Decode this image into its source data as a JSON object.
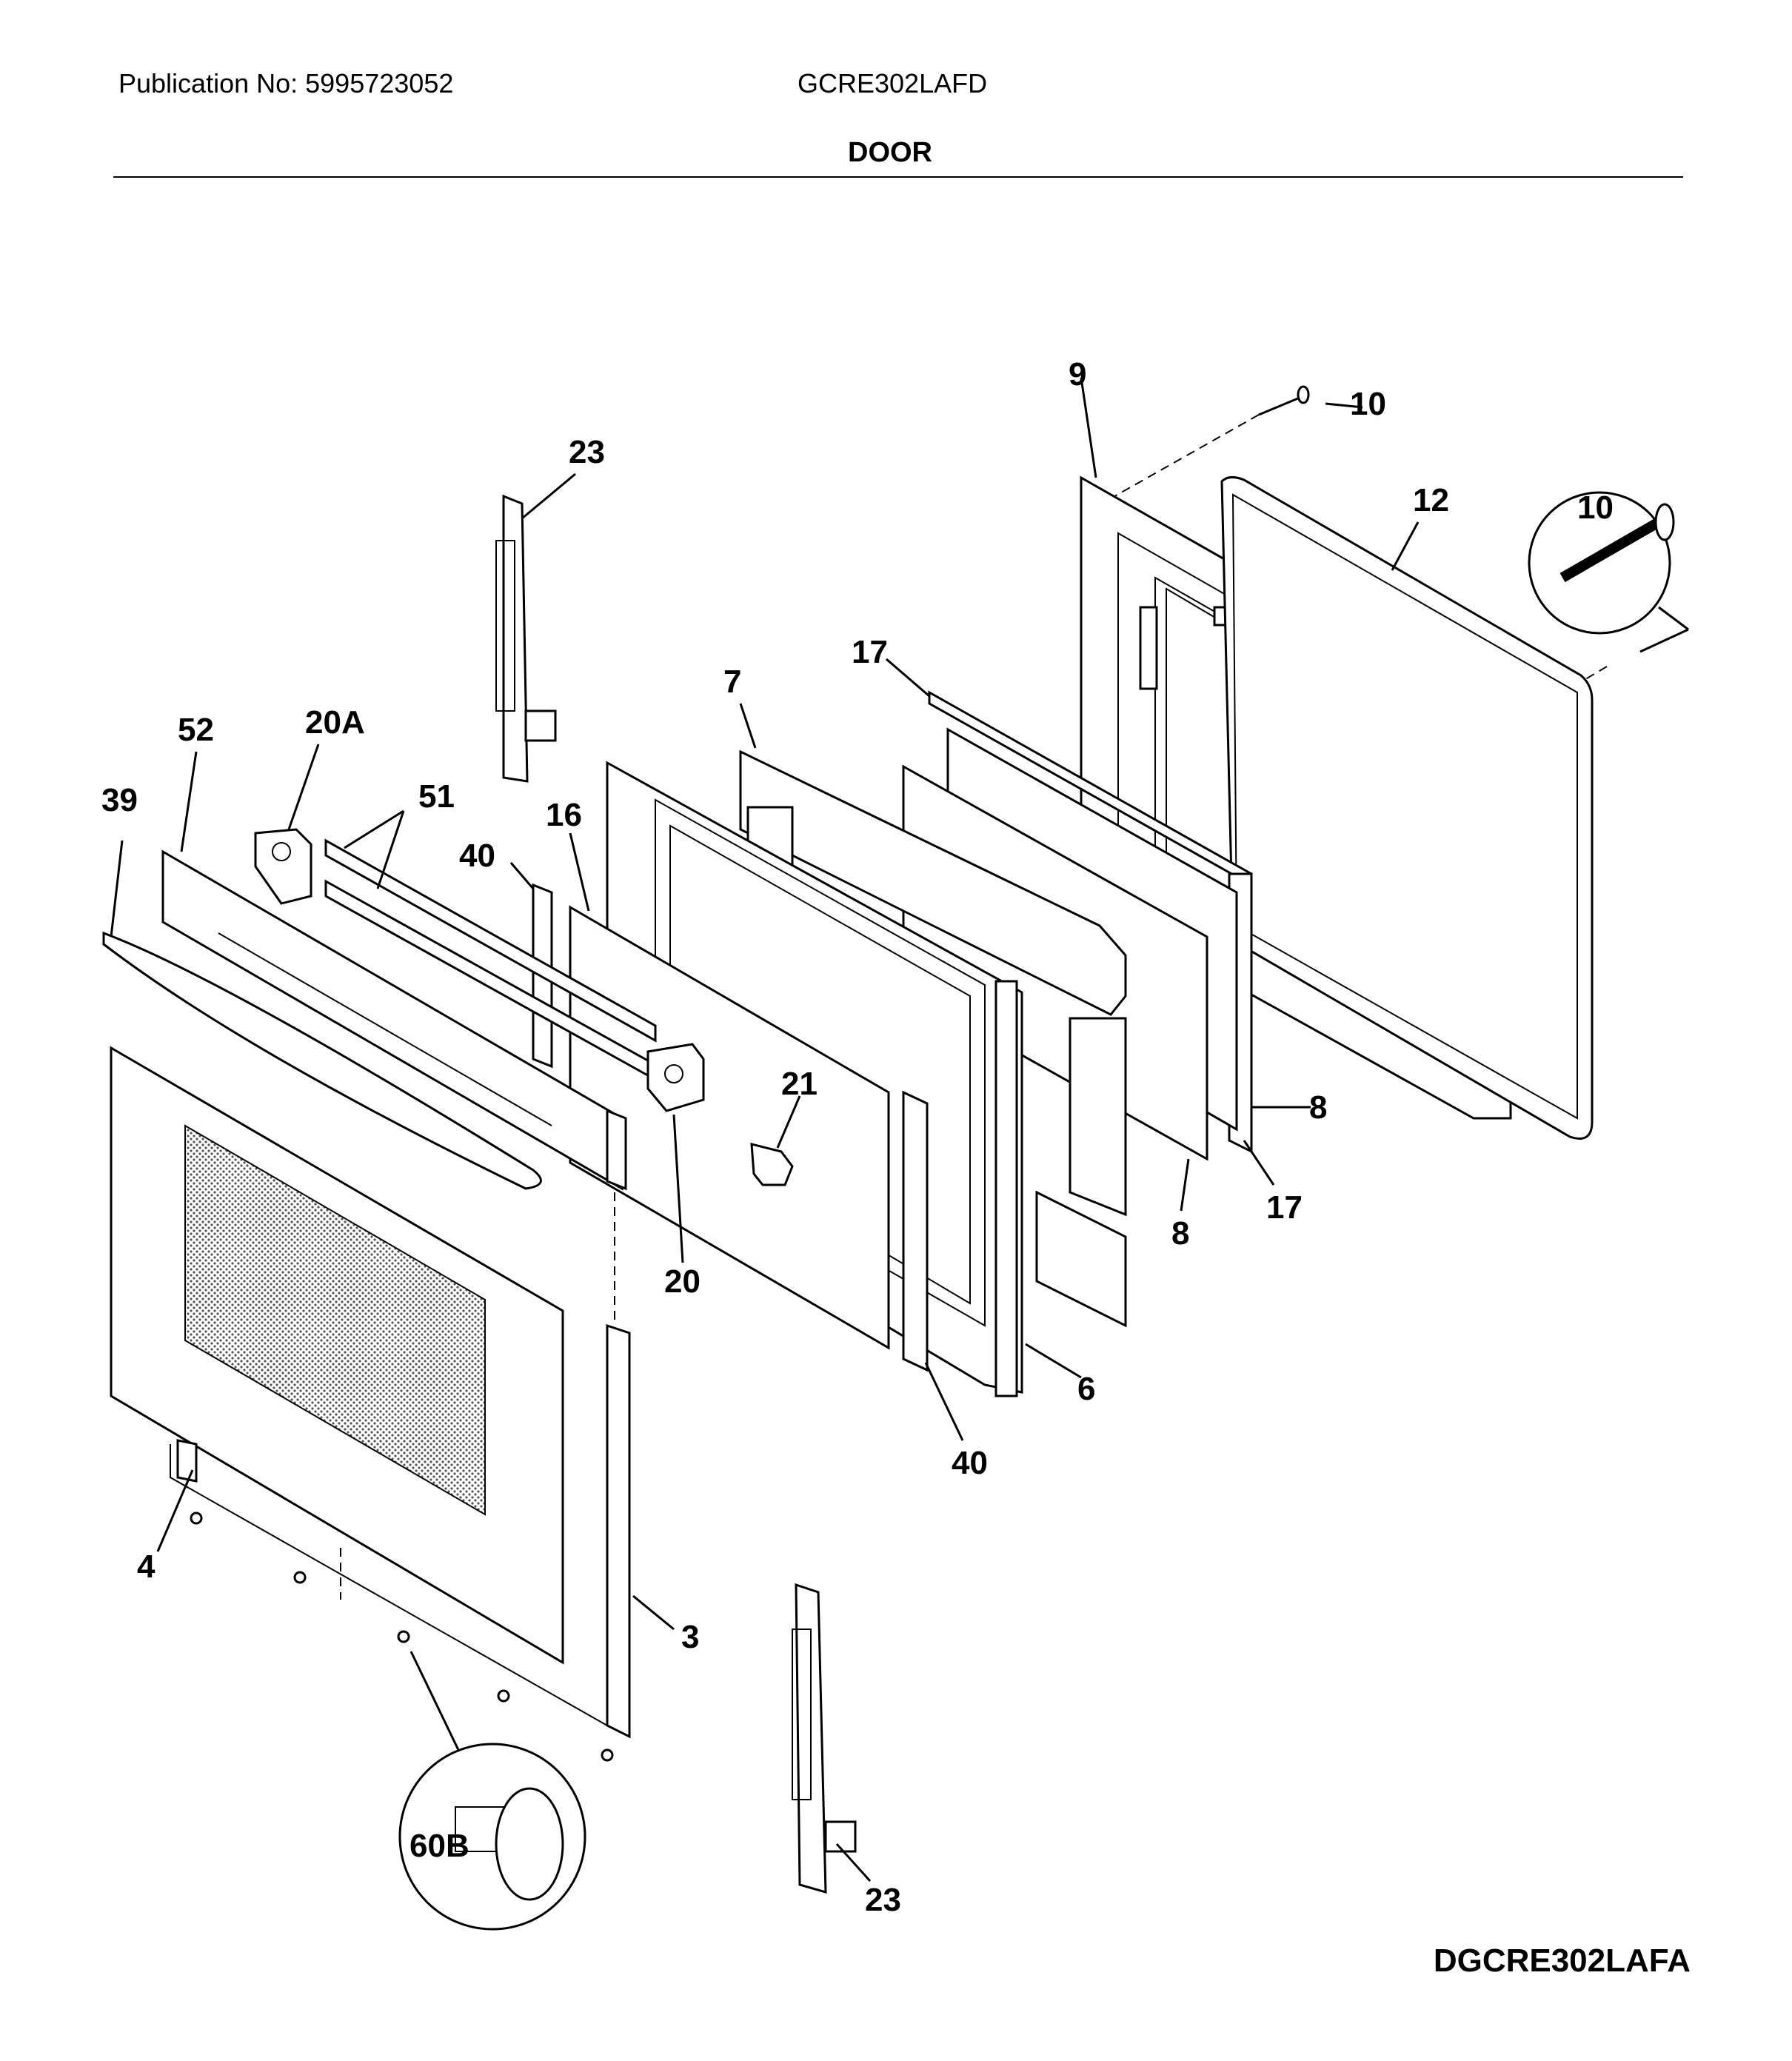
{
  "header": {
    "publication": "Publication No: 5995723052",
    "model": "GCRE302LAFD",
    "section_title": "DOOR"
  },
  "footer": {
    "diagram_code": "DGCRE302LAFA"
  },
  "labels": {
    "p23_top": "23",
    "p9": "9",
    "p10_top": "10",
    "p12": "12",
    "p10_detail": "10",
    "p17_top": "17",
    "p7": "7",
    "p52": "52",
    "p20A": "20A",
    "p51": "51",
    "p39": "39",
    "p40_left": "40",
    "p16": "16",
    "p21": "21",
    "p20": "20",
    "p8_right": "8",
    "p8_low": "8",
    "p17_low": "17",
    "p6": "6",
    "p40_low": "40",
    "p4": "4",
    "p3": "3",
    "p60B": "60B",
    "p23_low": "23"
  }
}
